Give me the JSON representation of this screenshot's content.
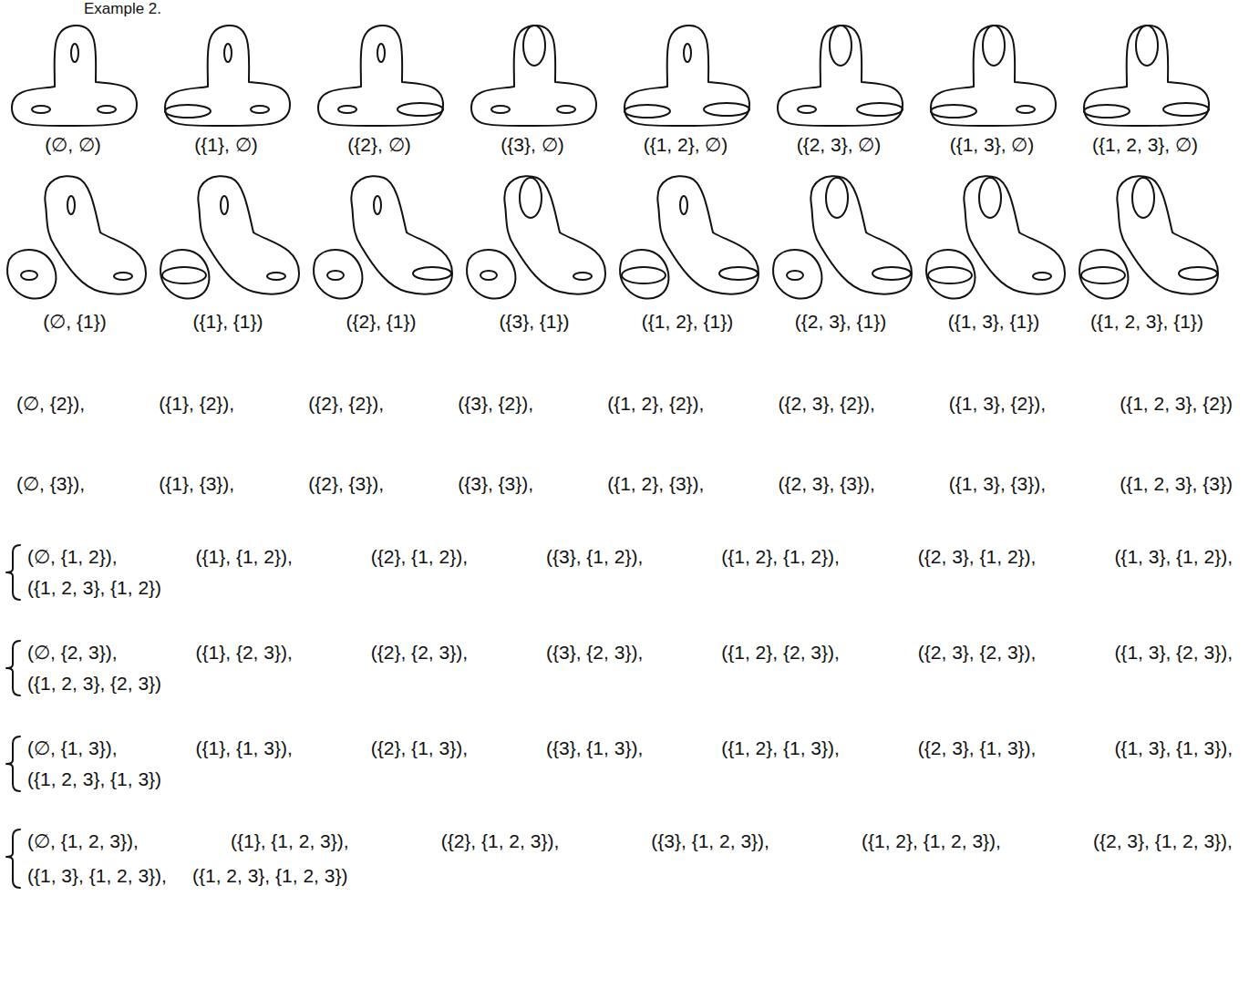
{
  "diagram": {
    "title": "Example 2.",
    "labels": [
      "(∅, ∅)",
      "({1}, ∅)",
      "({2}, ∅)",
      "({3}, ∅)",
      "({1, 2}, ∅)",
      "({2, 3}, ∅)",
      "({1, 3}, ∅)",
      "({1, 2, 3}, ∅)",
      "(∅, {1})",
      "({1}, {1})",
      "({2}, {1})",
      "({3}, {1})",
      "({1, 2}, {1})",
      "({2, 3}, {1})",
      "({1, 3}, {1})",
      "({1, 2, 3}, {1})",
      "(∅, {2}),",
      "({1}, {2}),",
      "({2}, {2}),",
      "({3}, {2}),",
      "({1, 2}, {2}),",
      "({2, 3}, {2}),",
      "({1, 3}, {2}),",
      "({1, 2, 3}, {2})",
      "(∅, {3}),",
      "({1}, {3}),",
      "({2}, {3}),",
      "({3}, {3}),",
      "({1, 2}, {3}),",
      "({2, 3}, {3}),",
      "({1, 3}, {3}),",
      "({1, 2, 3}, {3})",
      "(∅, {1, 2}),",
      "({1}, {1, 2}),",
      "({2}, {1, 2}),",
      "({3}, {1, 2}),",
      "({1, 2}, {1, 2}),",
      "({2, 3}, {1, 2}),",
      "({1, 3}, {1, 2}),",
      "({1, 2, 3}, {1, 2})",
      "(∅, {2, 3}),",
      "({1}, {2, 3}),",
      "({2}, {2, 3}),",
      "({3}, {2, 3}),",
      "({1, 2}, {2, 3}),",
      "({2, 3}, {2, 3}),",
      "({1, 3}, {2, 3}),",
      "({1, 2, 3}, {2, 3})",
      "(∅, {1, 3}),",
      "({1}, {1, 3}),",
      "({2}, {1, 3}),",
      "({3}, {1, 3}),",
      "({1, 2}, {1, 3}),",
      "({2, 3}, {1, 3}),",
      "({1, 3}, {1, 3}),",
      "({1, 2, 3}, {1, 3})",
      "(∅, {1, 2, 3}),",
      "({1}, {1, 2, 3}),",
      "({2}, {1, 2, 3}),",
      "({3}, {1, 2, 3}),",
      "({1, 2}, {1, 2, 3}),",
      "({2, 3}, {1, 2, 3}),",
      "({1, 3}, {1, 2, 3}),",
      "({1, 2, 3}, {1, 2, 3})"
    ]
  }
}
